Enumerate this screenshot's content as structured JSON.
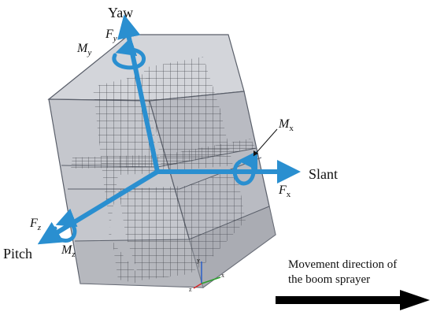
{
  "axes": {
    "yaw": "Yaw",
    "slant": "Slant",
    "pitch": "Pitch"
  },
  "forces": {
    "fy": "F",
    "fy_sub": "y",
    "fx": "F",
    "fx_sub": "x",
    "fz": "F",
    "fz_sub": "z"
  },
  "moments": {
    "my": "M",
    "my_sub": "y",
    "mx": "M",
    "mx_sub": "x",
    "mz": "M",
    "mz_sub": "z"
  },
  "triad": {
    "y": "y",
    "x": "x",
    "z": "z"
  },
  "movement": {
    "line1": "Movement direction of",
    "line2": "the boom sprayer"
  },
  "colors": {
    "axis_arrow": "#2a8fd0",
    "box_face": "#c9cbd1",
    "box_edge": "#5a5f6a",
    "mesh": "#3a3d44",
    "movement_arrow": "#000000"
  }
}
